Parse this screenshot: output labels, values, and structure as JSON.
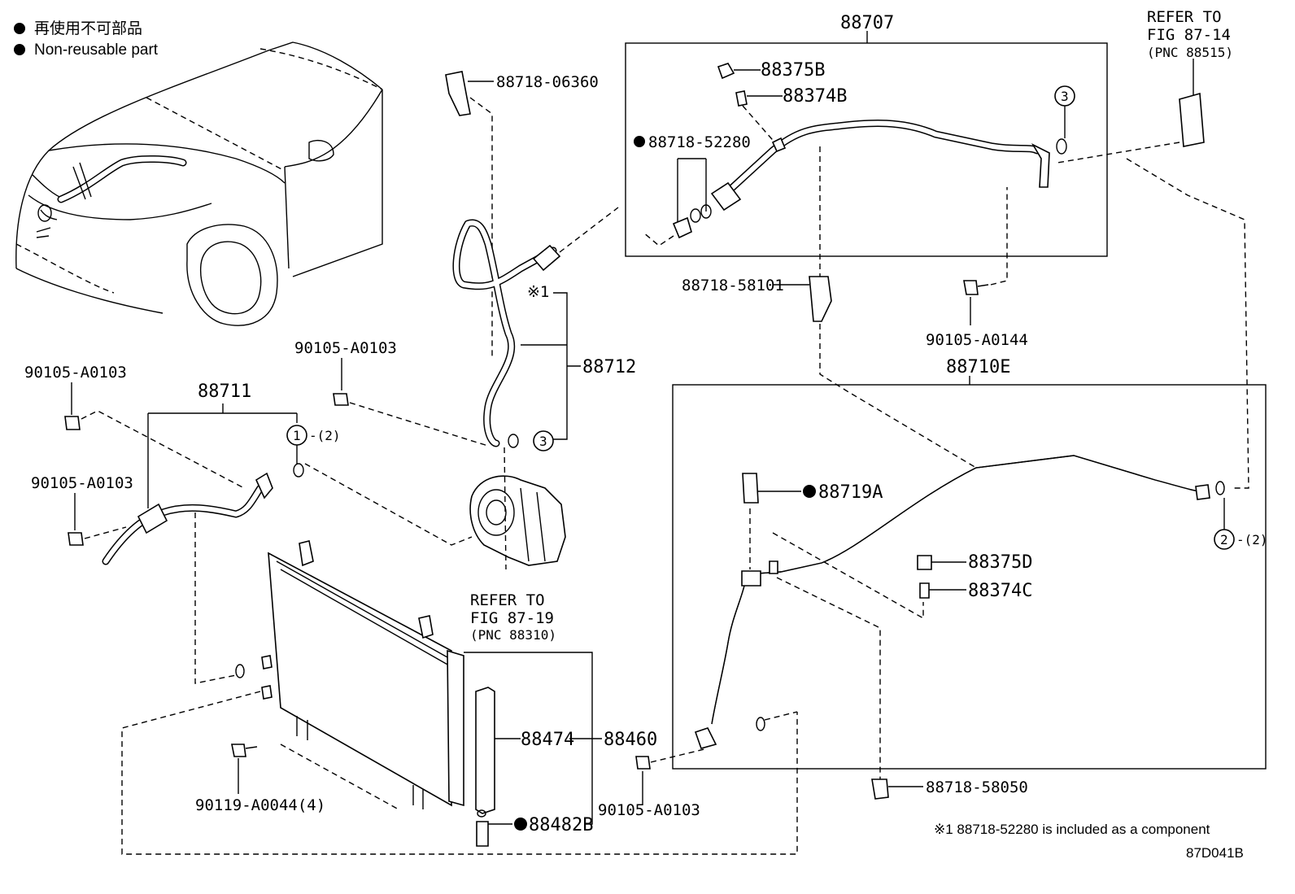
{
  "legend": {
    "line1": "再使用不可部品",
    "line2": "Non-reusable part"
  },
  "labels": {
    "p88707": "88707",
    "p88375B": "88375B",
    "p88374B": "88374B",
    "p88718_52280": "88718-52280",
    "circle3": "3",
    "p88718_06360": "88718-06360",
    "ref1_a": "REFER TO",
    "ref1_b": "FIG 87-14",
    "ref1_c": "(PNC 88515)",
    "p88718_58101": "88718-58101",
    "p90105_A0144": "90105-A0144",
    "p88710E": "88710E",
    "mark1": "※1",
    "p88712": "88712",
    "p90105_A0103_a": "90105-A0103",
    "p90105_A0103_b": "90105-A0103",
    "p90105_A0103_c": "90105-A0103",
    "p90105_A0103_d": "90105-A0103",
    "p88711": "88711",
    "circle1": "1",
    "qty2": "-(2)",
    "ref2_a": "REFER TO",
    "ref2_b": "FIG 87-19",
    "ref2_c": "(PNC 88310)",
    "p88719A": "88719A",
    "p88375D": "88375D",
    "p88374C": "88374C",
    "circle2": "2",
    "p88474": "88474",
    "p88460": "88460",
    "p88482B": "88482B",
    "p90119_A0044": "90119-A0044(4)",
    "p88718_58050": "88718-58050",
    "footnote": "※1 88718-52280 is included as a component",
    "code": "87D041B"
  }
}
